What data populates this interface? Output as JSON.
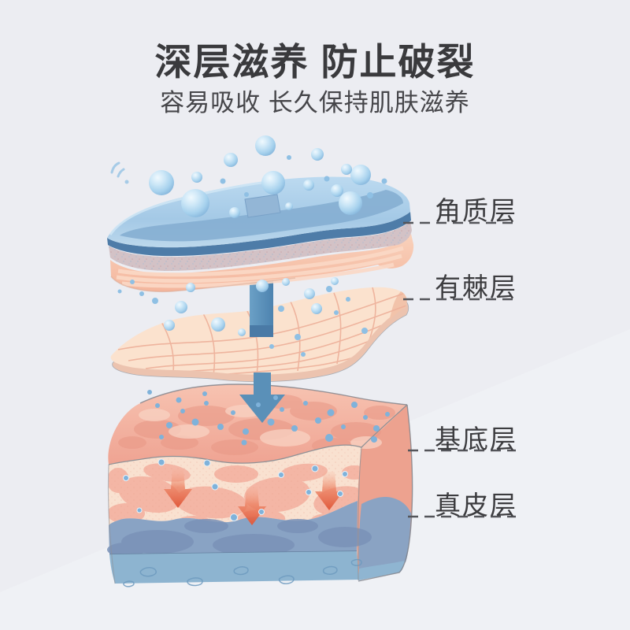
{
  "page": {
    "background_color": "#ecedf2"
  },
  "header": {
    "title": "深层滋养 防止破裂",
    "subtitle": "容易吸收 长久保持肌肤滋养"
  },
  "diagram": {
    "type": "skin-cross-section-exploded-diagram",
    "layer_labels": [
      {
        "text": "角质层"
      },
      {
        "text": "有棘层"
      },
      {
        "text": "基底层"
      },
      {
        "text": "真皮层"
      }
    ],
    "colors": {
      "text": "#3c3c3f",
      "leader_dash": "#54555a",
      "bubble_blue": "#a9d2ee",
      "corneum_sheet_blue": "#9ec4e2",
      "corneum_edge_blue": "#4e7ca8",
      "speckle_layer_pink": "#d3c2c6",
      "salmon_layer": "#f7c8b1",
      "spinous_sheet_cream": "#fbe2ce",
      "grid_line_pink": "#eeb29b",
      "basal_top_pink": "#f3b4a3",
      "front_face_cream": "#f9e1d0",
      "dermis_blue": "#89a3c4",
      "hypodermis_blue": "#8db4d0",
      "absorption_arrow_blue": "#578fb8",
      "penetration_arrow_orange": "#e0583a"
    }
  }
}
